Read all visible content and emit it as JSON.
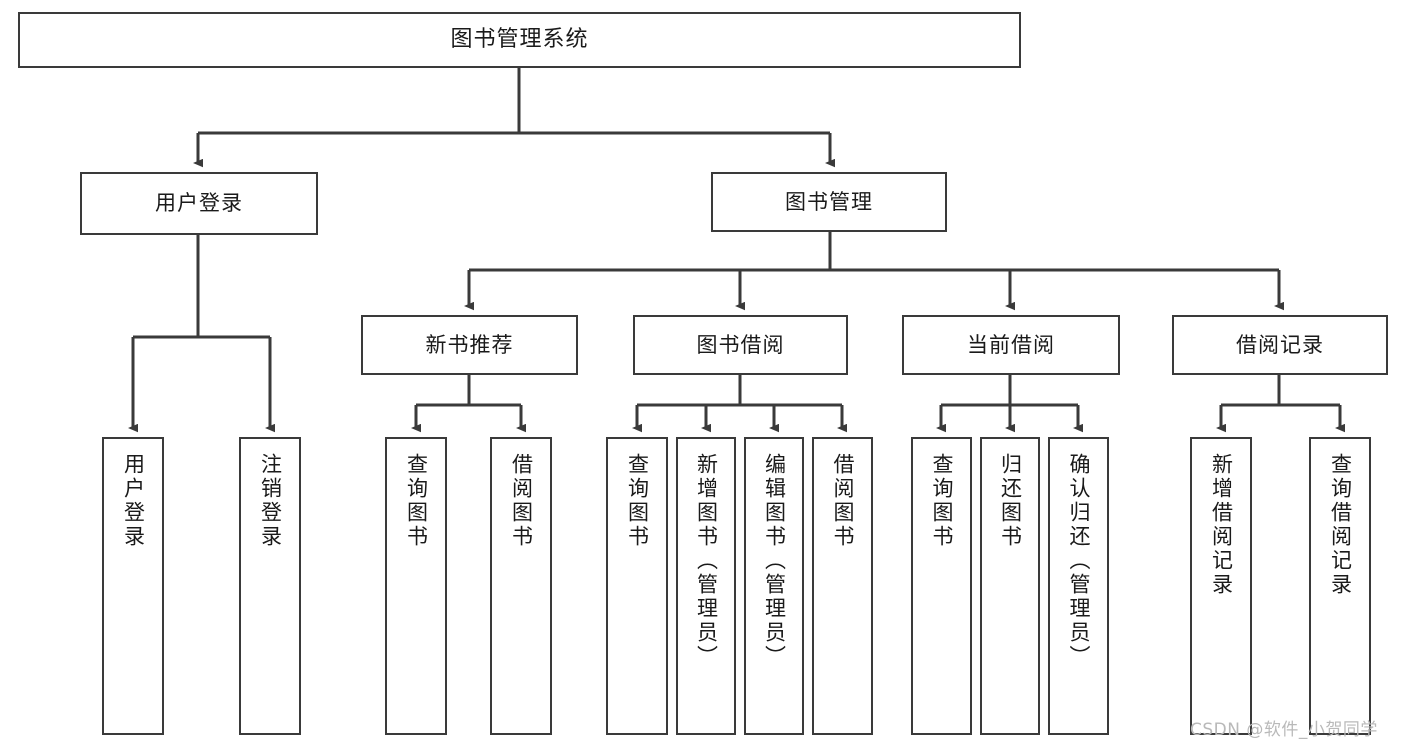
{
  "diagram": {
    "title": "图书管理系统",
    "type": "functional-structure-tree",
    "watermark": "CSDN @软件_小贺同学",
    "colors": {
      "border": "#3a3a3a",
      "background": "#ffffff",
      "text": "#1a1a1a",
      "connector": "#3a3a3a",
      "watermark": "#b9b9b9"
    },
    "root": {
      "label": "图书管理系统"
    },
    "level2": [
      {
        "label": "用户登录"
      },
      {
        "label": "图书管理"
      }
    ],
    "level3": [
      {
        "label": "新书推荐"
      },
      {
        "label": "图书借阅"
      },
      {
        "label": "当前借阅"
      },
      {
        "label": "借阅记录"
      }
    ],
    "leaves": {
      "user_login": [
        {
          "label": "用户登录"
        },
        {
          "label": "注销登录"
        }
      ],
      "new_book_recommend": [
        {
          "label": "查询图书"
        },
        {
          "label": "借阅图书"
        }
      ],
      "book_borrow": [
        {
          "label": "查询图书"
        },
        {
          "label": "新增图书（管理员）"
        },
        {
          "label": "编辑图书（管理员）"
        },
        {
          "label": "借阅图书"
        }
      ],
      "current_borrow": [
        {
          "label": "查询图书"
        },
        {
          "label": "归还图书"
        },
        {
          "label": "确认归还（管理员）"
        }
      ],
      "borrow_record": [
        {
          "label": "新增借阅记录"
        },
        {
          "label": "查询借阅记录"
        }
      ]
    }
  }
}
